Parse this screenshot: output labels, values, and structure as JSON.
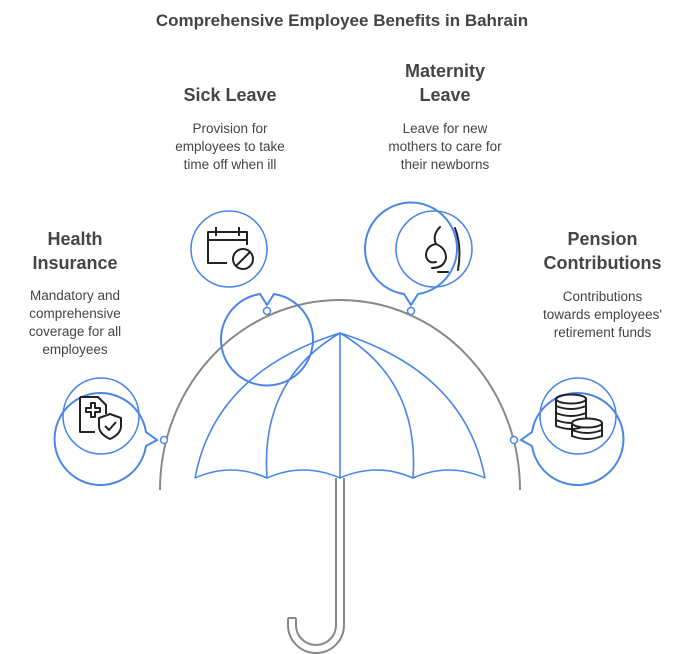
{
  "title": "Comprehensive Employee Benefits in Bahrain",
  "benefits": [
    {
      "heading": "Health\nInsurance",
      "description": "Mandatory and\ncomprehensive\ncoverage for all\nemployees",
      "icon": "health-insurance-icon"
    },
    {
      "heading": "Sick Leave",
      "description": "Provision for\nemployees to take\ntime off when ill",
      "icon": "calendar-cancel-icon"
    },
    {
      "heading": "Maternity\nLeave",
      "description": "Leave for new\nmothers to care for\ntheir newborns",
      "icon": "pregnant-woman-icon"
    },
    {
      "heading": "Pension\nContributions",
      "description": "Contributions\ntowards employees'\nretirement funds",
      "icon": "coin-stack-icon"
    }
  ],
  "colors": {
    "accent": "#4a86e8",
    "umbrella": "#888888",
    "text": "#444444"
  }
}
